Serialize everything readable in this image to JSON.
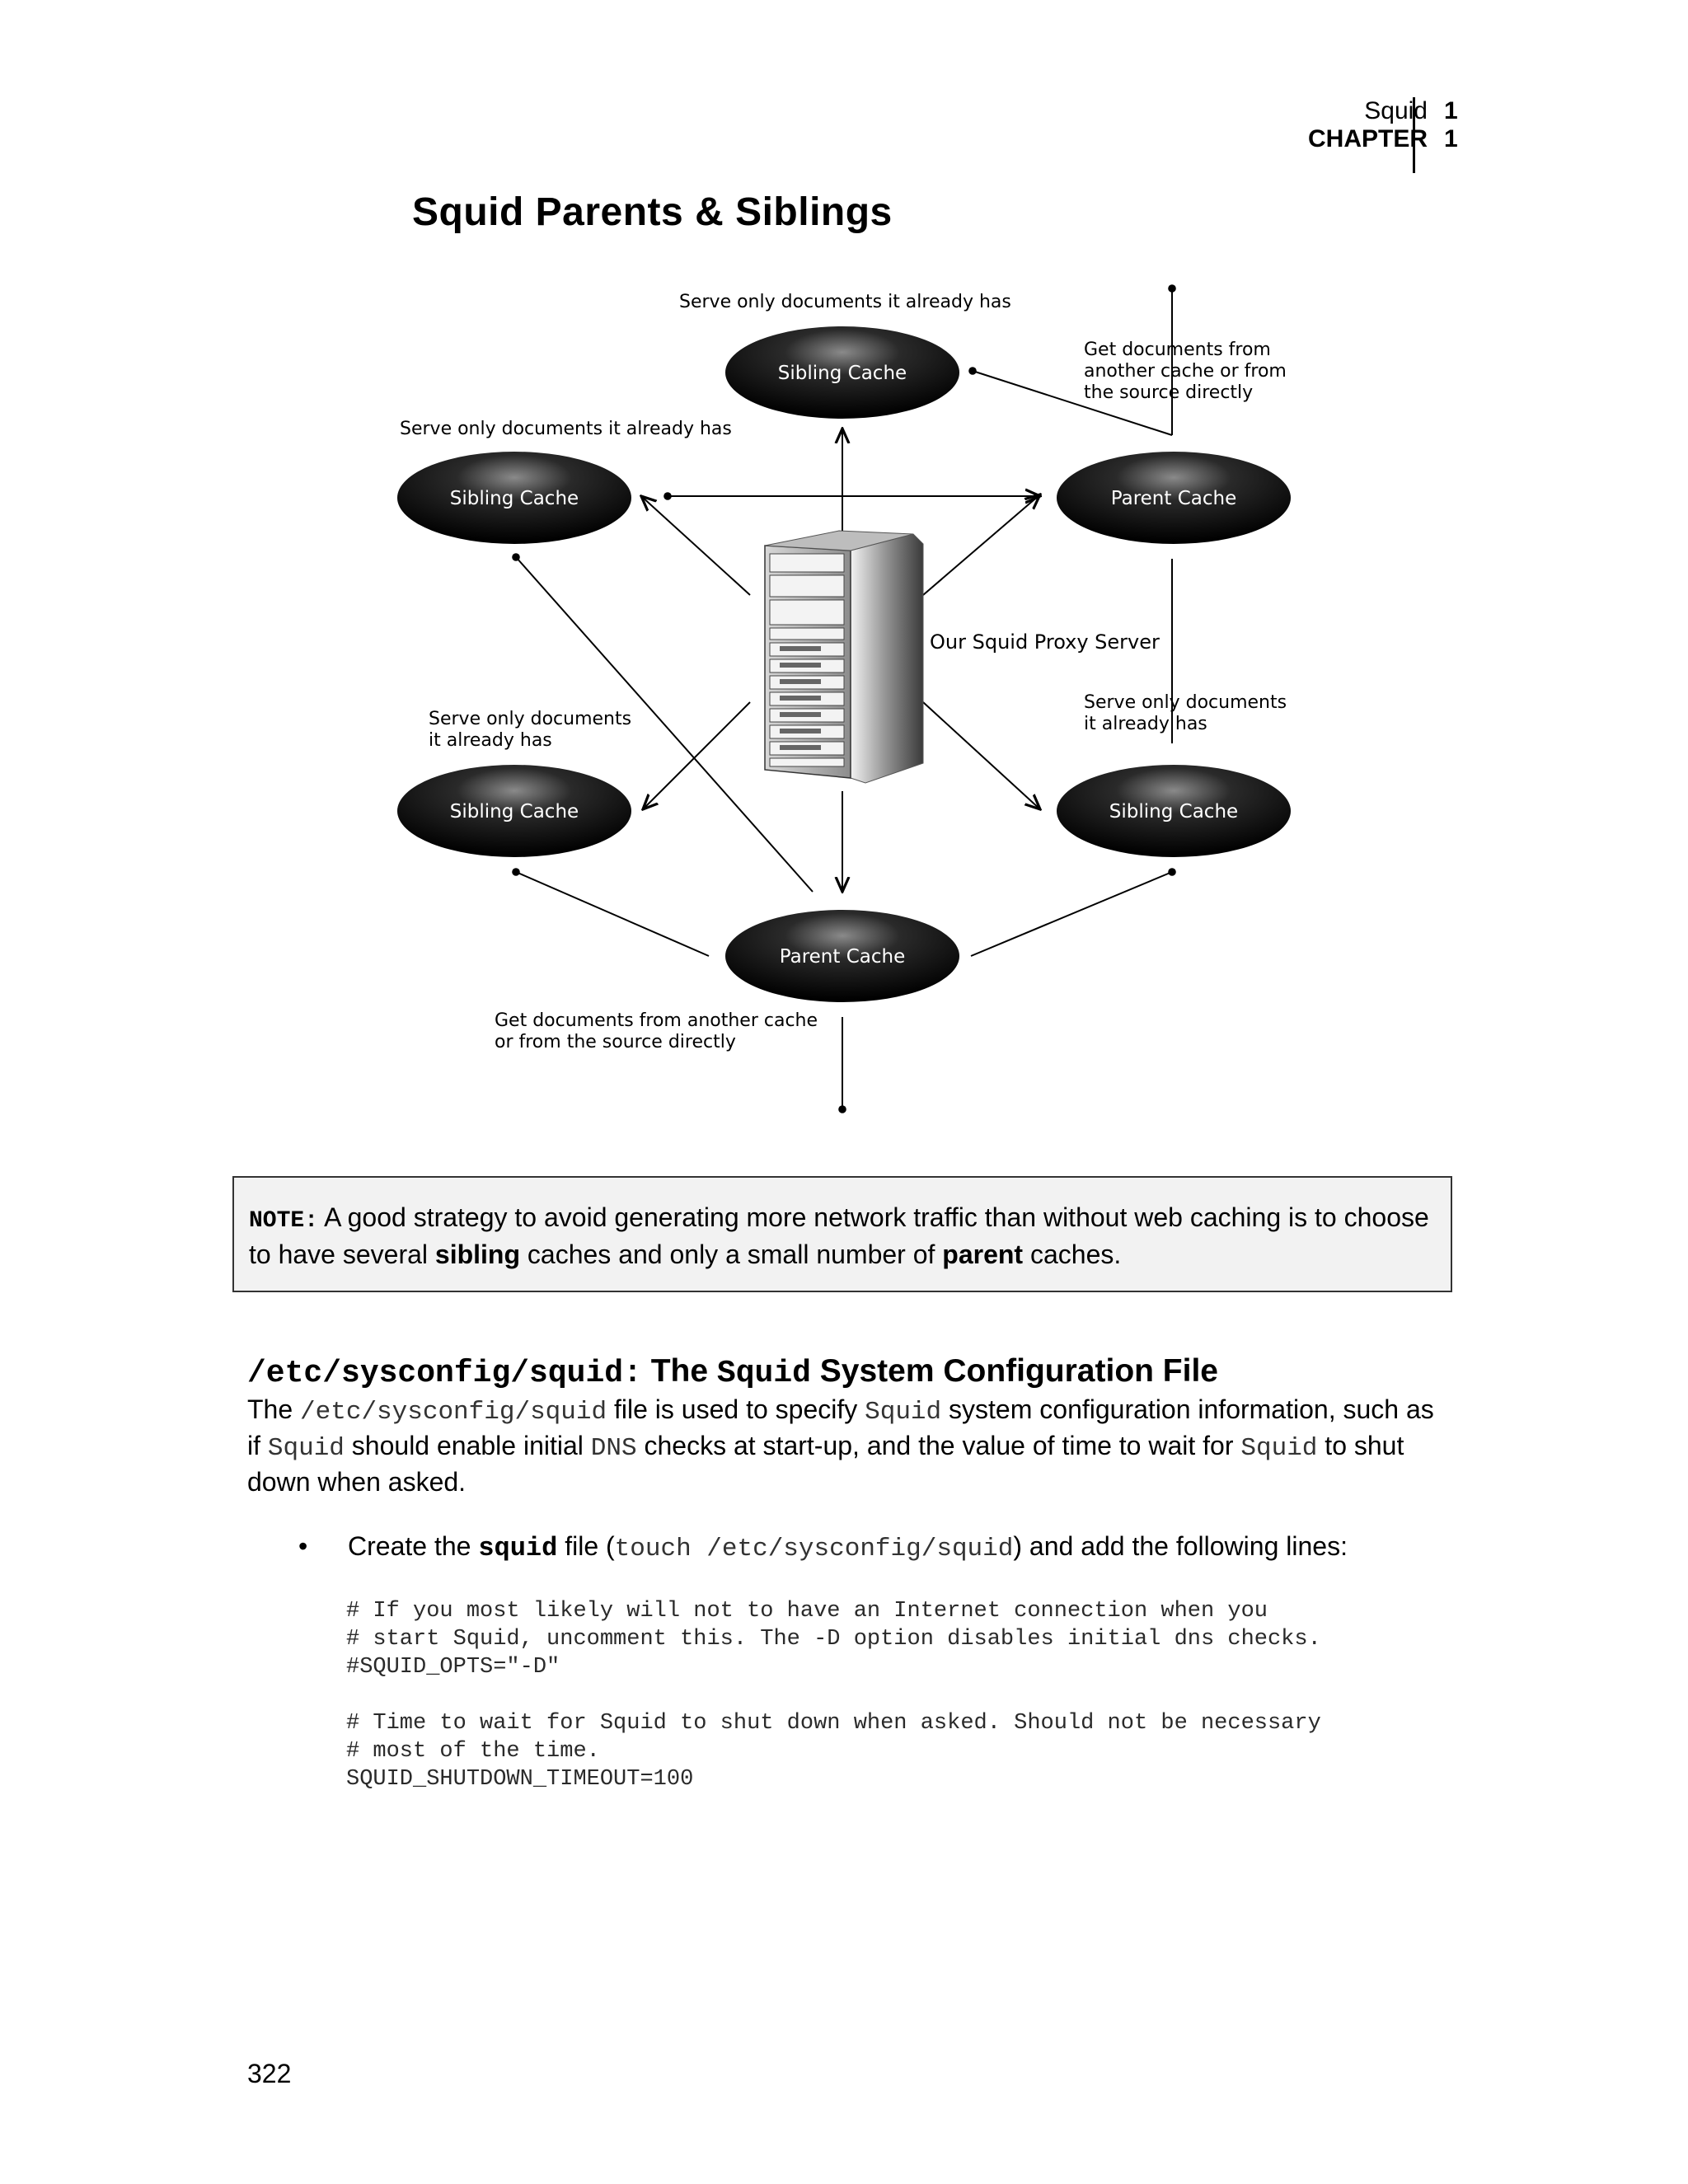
{
  "header": {
    "chapter_title": "Squid",
    "chapter_label": "CHAPTER",
    "num_top": "1",
    "num_bottom": "1"
  },
  "figure": {
    "title": "Squid Parents & Siblings",
    "nodes": {
      "top": "Sibling Cache",
      "left_upper": "Sibling Cache",
      "right_upper": "Parent Cache",
      "left_lower": "Sibling Cache",
      "right_lower": "Sibling Cache",
      "bottom": "Parent Cache"
    },
    "server_label": "Our Squid Proxy Server",
    "annotations": {
      "top_serve": "Serve only documents it already has",
      "left_upper_serve": "Serve only documents it already has",
      "right_get_1": "Get documents from",
      "right_get_2": "another cache or from",
      "right_get_3": "the source directly",
      "left_lower_serve_1": "Serve only documents",
      "left_lower_serve_2": "it already has",
      "right_lower_serve_1": "Serve only documents",
      "right_lower_serve_2": "it already has",
      "bottom_get_1": "Get documents from another cache",
      "bottom_get_2": "or from the source directly"
    }
  },
  "note": {
    "label": "NOTE:",
    "text_1": " A good strategy to avoid generating more network traffic than without web caching is to choose to have several ",
    "bold_1": "sibling",
    "text_2": " caches and only a small number of ",
    "bold_2": "parent",
    "text_3": " caches."
  },
  "section": {
    "heading_code": "/etc/sysconfig/squid:",
    "heading_the": " The ",
    "heading_code2": "Squid",
    "heading_rest": " System Configuration File",
    "p_1": "The ",
    "p_code_1": "/etc/sysconfig/squid",
    "p_2": " file is used to specify ",
    "p_code_2": "Squid",
    "p_3": " system configuration information, such as if ",
    "p_code_3": "Squid",
    "p_4": " should enable initial ",
    "p_code_4": "DNS",
    "p_5": " checks at start-up, and the value of time to wait for ",
    "p_code_5": "Squid",
    "p_6": " to shut down when asked."
  },
  "bullet": {
    "marker": "•",
    "t1": "Create the ",
    "code1": "squid",
    "t2": " file (",
    "code2": "touch /etc/sysconfig/squid",
    "t3": ") and add the following lines:"
  },
  "code_block": "# If you most likely will not to have an Internet connection when you\n# start Squid, uncomment this. The -D option disables initial dns checks.\n#SQUID_OPTS=\"-D\"\n\n# Time to wait for Squid to shut down when asked. Should not be necessary\n# most of the time.\nSQUID_SHUTDOWN_TIMEOUT=100",
  "page_number": "322"
}
